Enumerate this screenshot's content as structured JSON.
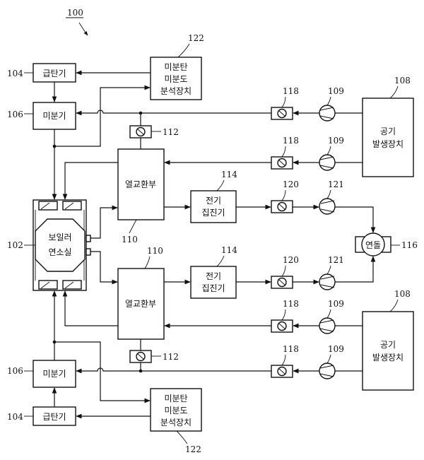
{
  "figure_number": "100",
  "components": {
    "feeder": {
      "ref": "104",
      "label": "급탄기"
    },
    "pulverizer": {
      "ref": "106",
      "label": "미분기"
    },
    "analyzer": {
      "ref": "122",
      "label_lines": [
        "미분탄",
        "미분도",
        "분석장치"
      ]
    },
    "boiler": {
      "ref": "102",
      "label_lines": [
        "보일러",
        "연소실"
      ]
    },
    "heat_exchanger": {
      "ref": "110",
      "label": "열교환부"
    },
    "precipitator": {
      "ref": "114",
      "label_lines": [
        "전기",
        "집진기"
      ]
    },
    "air_generator": {
      "ref": "108",
      "label_lines": [
        "공기",
        "발생장치"
      ]
    },
    "chimney": {
      "ref": "116",
      "label": "연돌"
    },
    "fan_ref": "109",
    "damper_ref": "118",
    "exhaust_fan_ref": "121",
    "exhaust_damper_ref": "120",
    "bypass_damper_ref": "112"
  }
}
